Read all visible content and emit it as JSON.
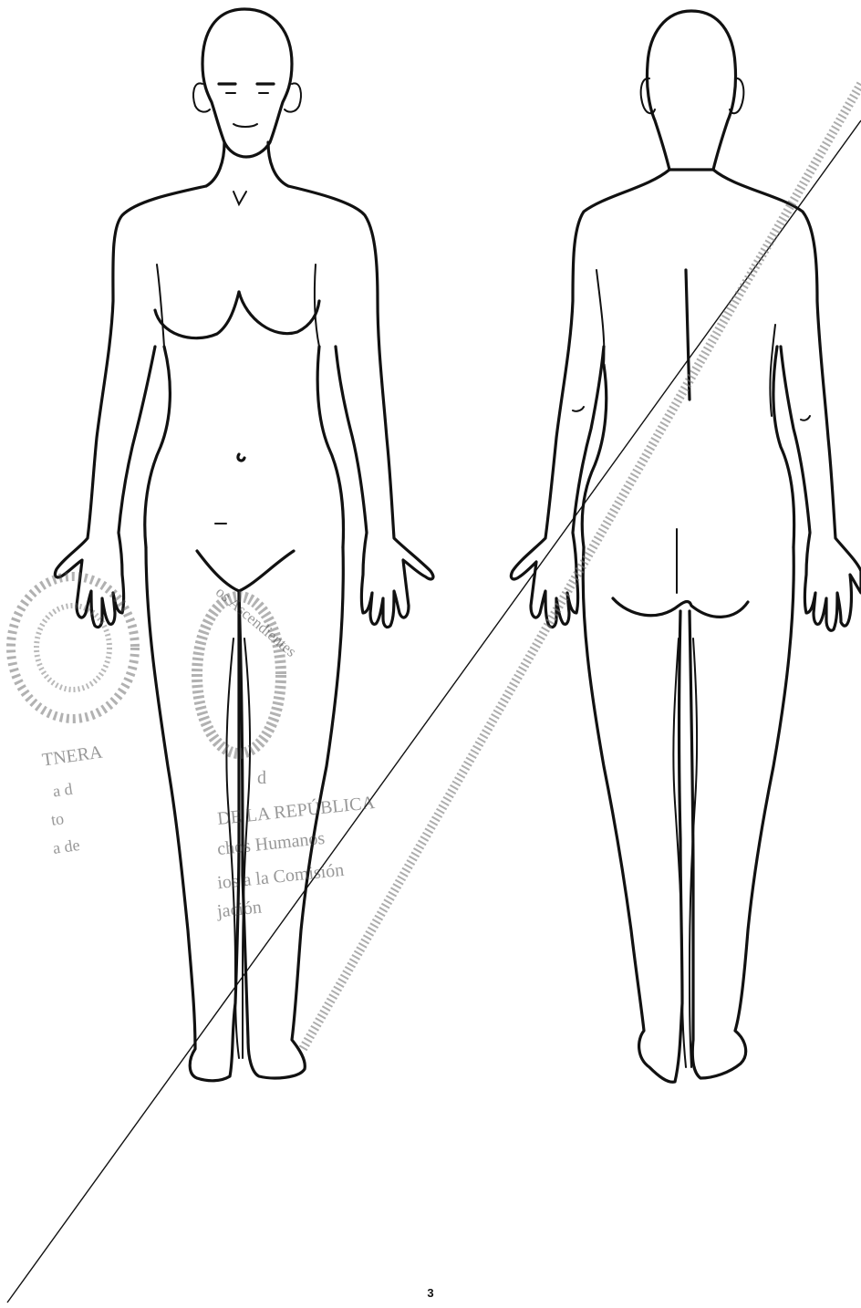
{
  "page": {
    "number": "3"
  },
  "stamp": {
    "lines": [
      "TNERA",
      "a d",
      "to",
      "a de",
      "DE LA REPÚBLICA",
      "chos Humanos",
      "ios a la Comisión",
      "jación",
      "d"
    ],
    "seal_text": "os Ascendientes"
  },
  "figures": [
    {
      "view": "front-view-body"
    },
    {
      "view": "back-view-body"
    }
  ]
}
